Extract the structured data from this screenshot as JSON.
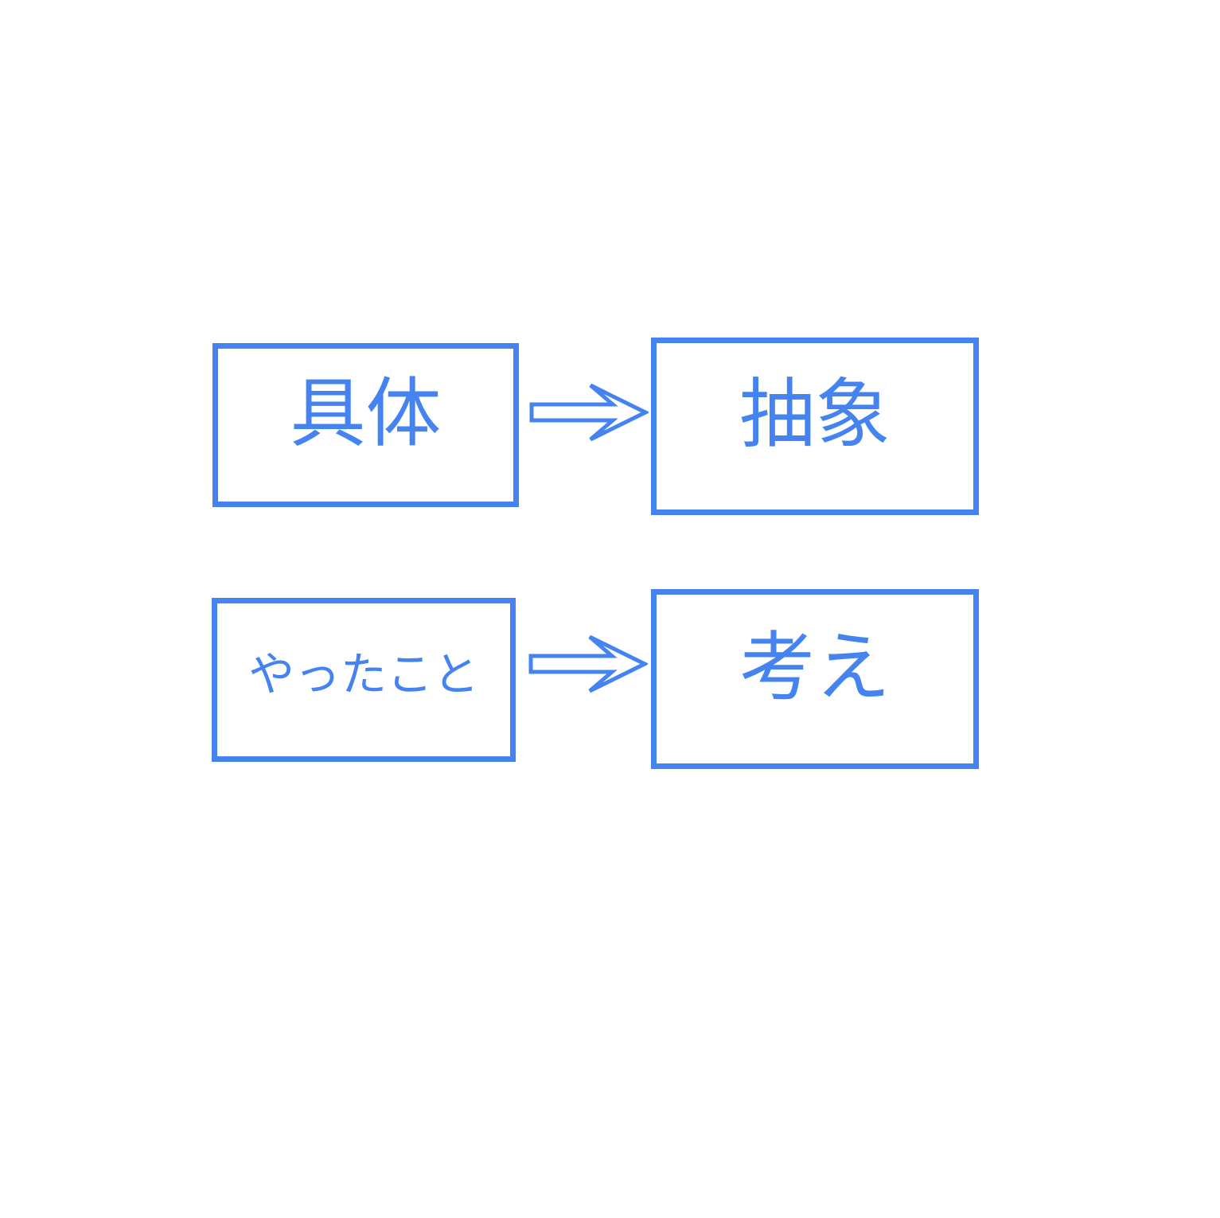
{
  "canvas": {
    "background_color": "#ffffff",
    "accent_color": "#4584F0"
  },
  "diagram": {
    "rows": [
      {
        "source_label": "具体",
        "target_label": "抽象",
        "connector": "right-arrow"
      },
      {
        "source_label": "やったこと",
        "target_label": "考え",
        "connector": "right-arrow"
      }
    ]
  }
}
